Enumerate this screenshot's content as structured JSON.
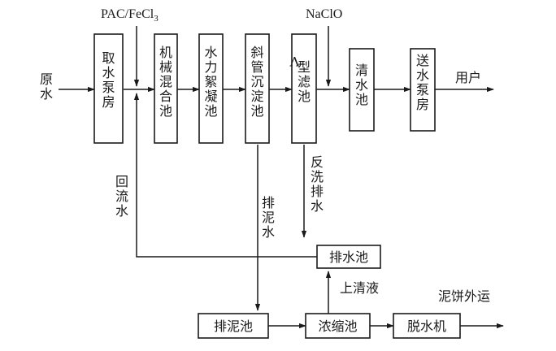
{
  "inputs": {
    "raw_water": "原水",
    "coagulant": "PAC/FeCl3",
    "disinfectant": "NaClO"
  },
  "units": {
    "intake_pump_house": "取水泵房",
    "mechanical_mixing_tank": "机械混合池",
    "flocculation_tank": "水力絮凝池",
    "inclined_tube_sedimentation": "斜管沉淀池",
    "v_filter": "V型滤池",
    "clear_water_tank": "清水池",
    "delivery_pump_house": "送水泵房",
    "drainage_tank": "排水池",
    "sludge_tank": "排泥池",
    "thickener": "浓缩池",
    "dewatering_machine": "脱水机"
  },
  "flows": {
    "user": "用户",
    "return_water": "回流水",
    "backwash_drain": "反洗排水",
    "sludge_discharge": "排泥水",
    "supernatant": "上清液",
    "cake_out": "泥饼外运"
  }
}
